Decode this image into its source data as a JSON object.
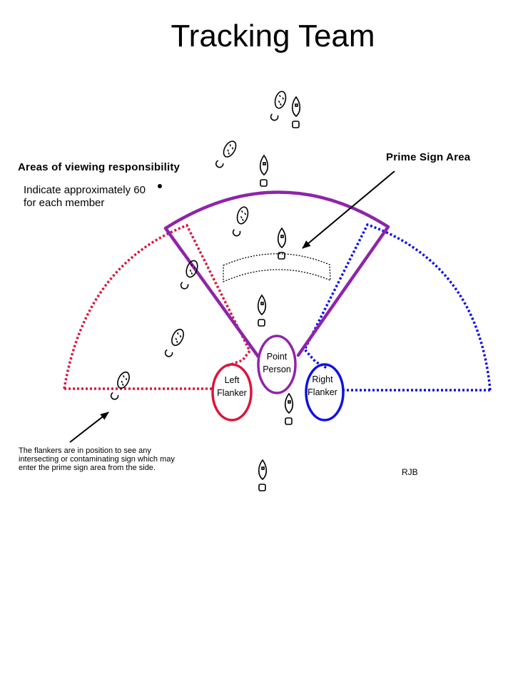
{
  "title": "Tracking Team",
  "labels": {
    "areas_heading": "Areas of viewing responsibility",
    "indicate_line1": "Indicate approximately 60",
    "indicate_line2": "for each member",
    "prime_sign_area": "Prime Sign Area",
    "point_line1": "Point",
    "point_line2": "Person",
    "left_line1": "Left",
    "left_line2": "Flanker",
    "right_line1": "Right",
    "right_line2": "Flanker",
    "flanker_note": "The flankers are in position to see any intersecting or contaminating sign which may enter the prime sign  area from the side.",
    "initials": "RJB"
  },
  "colors": {
    "point": "#8e24aa",
    "left_flanker": "#dc143c",
    "right_flanker": "#1010e8",
    "prime_area": "#000000"
  },
  "icons": [
    "footprint-icon",
    "arrow-icon",
    "degree-dot-icon"
  ]
}
